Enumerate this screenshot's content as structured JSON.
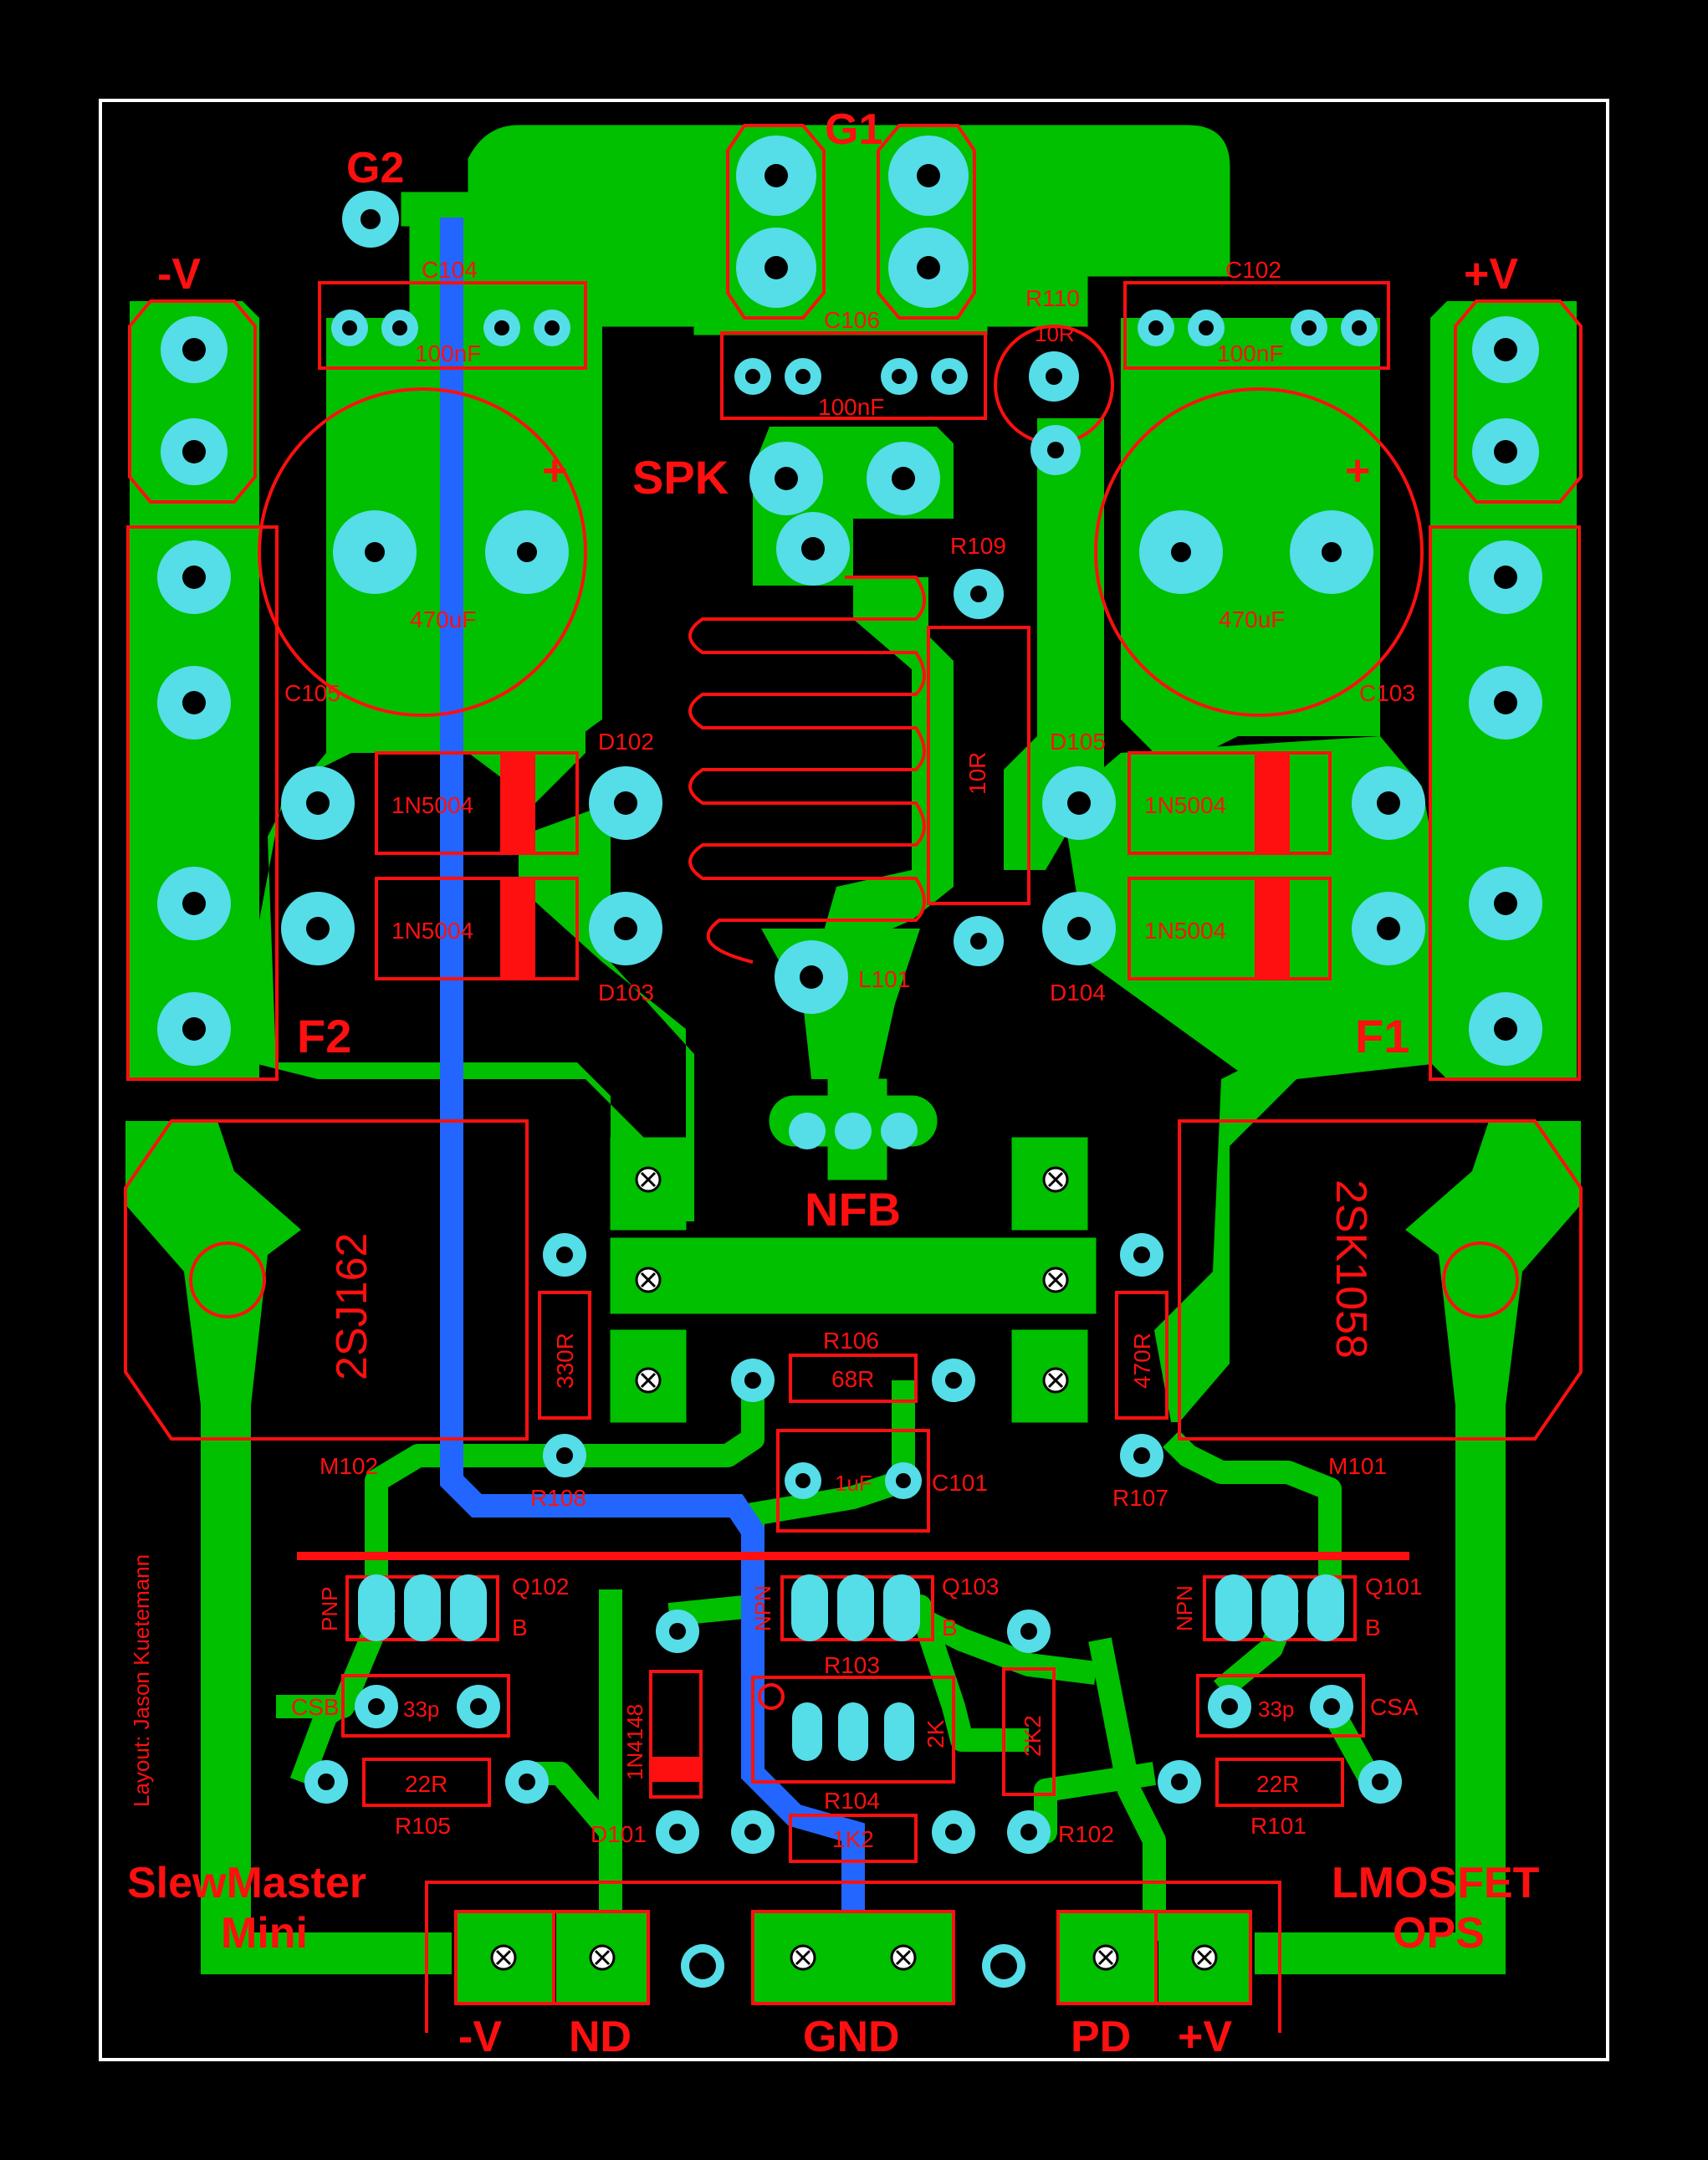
{
  "board": {
    "name_line1": "SlewMaster",
    "name_line2": "Mini",
    "subtitle_line1": "LMOSFET",
    "subtitle_line2": "OPS",
    "credit": "Layout: Jason Kuetemann"
  },
  "colors": {
    "background": "#000000",
    "outline": "#ffffff",
    "copper_top": "#00c000",
    "copper_bottom": "#2266ff",
    "pads": "#55dde8",
    "silkscreen": "#ff1010"
  },
  "connectors": {
    "g1": "G1",
    "g2": "G2",
    "neg_v": "-V",
    "pos_v": "+V",
    "spk": "SPK",
    "nfb": "NFB",
    "f1": "F1",
    "f2": "F2"
  },
  "components": {
    "c104": "C104",
    "c104_val": "100nF",
    "c102": "C102",
    "c102_val": "100nF",
    "c106": "C106",
    "c106_val": "100nF",
    "r110": "R110",
    "r110_val": "10R",
    "c105": "C105",
    "c105_val": "470uF",
    "c103": "C103",
    "c103_val": "470uF",
    "r109": "R109",
    "r109_val": "10R",
    "d102": "D102",
    "d103": "D103",
    "d104": "D104",
    "d105": "D105",
    "diode_val": "1N5004",
    "l101": "L101",
    "m102": "M102",
    "m102_val": "2SJ162",
    "m101": "M101",
    "m101_val": "2SK1058",
    "r108": "R108",
    "r108_val": "330R",
    "r107": "R107",
    "r107_val": "470R",
    "r106": "R106",
    "r106_val": "68R",
    "c101": "C101",
    "c101_val": "1uF",
    "q102": "Q102",
    "q102_type": "PNP",
    "q103": "Q103",
    "q103_type": "NPN",
    "q101": "Q101",
    "q101_type": "NPN",
    "base": "B",
    "r103": "R103",
    "r103_val": "2K",
    "r102": "R102",
    "r102_val": "2K2",
    "r104": "R104",
    "r104_val": "1K2",
    "csb": "CSB",
    "csb_val": "33p",
    "csa": "CSA",
    "csa_val": "33p",
    "r105": "R105",
    "r105_val": "22R",
    "r101": "R101",
    "r101_val": "22R",
    "d101": "D101",
    "d101_val": "1N4148",
    "plus_mark": "+"
  },
  "terminals": {
    "neg_v": "-V",
    "nd": "ND",
    "gnd": "GND",
    "pd": "PD",
    "pos_v": "+V"
  }
}
